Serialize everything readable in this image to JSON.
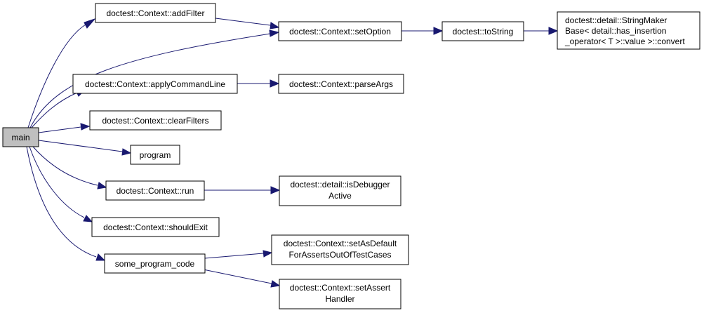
{
  "graph": {
    "edge_color": "#191970",
    "root_fill": "#bfbfbf",
    "nodes": {
      "main": {
        "lines": [
          "main"
        ]
      },
      "addFilter": {
        "lines": [
          "doctest::Context::addFilter"
        ]
      },
      "setOption": {
        "lines": [
          "doctest::Context::setOption"
        ]
      },
      "toString": {
        "lines": [
          "doctest::toString"
        ]
      },
      "stringMaker": {
        "lines": [
          "doctest::detail::StringMaker",
          "Base< detail::has_insertion",
          "_operator< T >::value >::convert"
        ]
      },
      "applyCommandLine": {
        "lines": [
          "doctest::Context::applyCommandLine"
        ]
      },
      "parseArgs": {
        "lines": [
          "doctest::Context::parseArgs"
        ]
      },
      "clearFilters": {
        "lines": [
          "doctest::Context::clearFilters"
        ]
      },
      "program": {
        "lines": [
          "program"
        ]
      },
      "run": {
        "lines": [
          "doctest::Context::run"
        ]
      },
      "isDebuggerActive": {
        "lines": [
          "doctest::detail::isDebugger",
          "Active"
        ]
      },
      "shouldExit": {
        "lines": [
          "doctest::Context::shouldExit"
        ]
      },
      "someProgramCode": {
        "lines": [
          "some_program_code"
        ]
      },
      "setAsDefault": {
        "lines": [
          "doctest::Context::setAsDefault",
          "ForAssertsOutOfTestCases"
        ]
      },
      "setAssertHandler": {
        "lines": [
          "doctest::Context::setAssert",
          "Handler"
        ]
      }
    },
    "edges": [
      [
        "main",
        "addFilter"
      ],
      [
        "main",
        "setOption"
      ],
      [
        "main",
        "applyCommandLine"
      ],
      [
        "main",
        "clearFilters"
      ],
      [
        "main",
        "program"
      ],
      [
        "main",
        "run"
      ],
      [
        "main",
        "shouldExit"
      ],
      [
        "main",
        "someProgramCode"
      ],
      [
        "addFilter",
        "setOption"
      ],
      [
        "setOption",
        "toString"
      ],
      [
        "toString",
        "stringMaker"
      ],
      [
        "applyCommandLine",
        "parseArgs"
      ],
      [
        "run",
        "isDebuggerActive"
      ],
      [
        "someProgramCode",
        "setAsDefault"
      ],
      [
        "someProgramCode",
        "setAssertHandler"
      ]
    ]
  }
}
